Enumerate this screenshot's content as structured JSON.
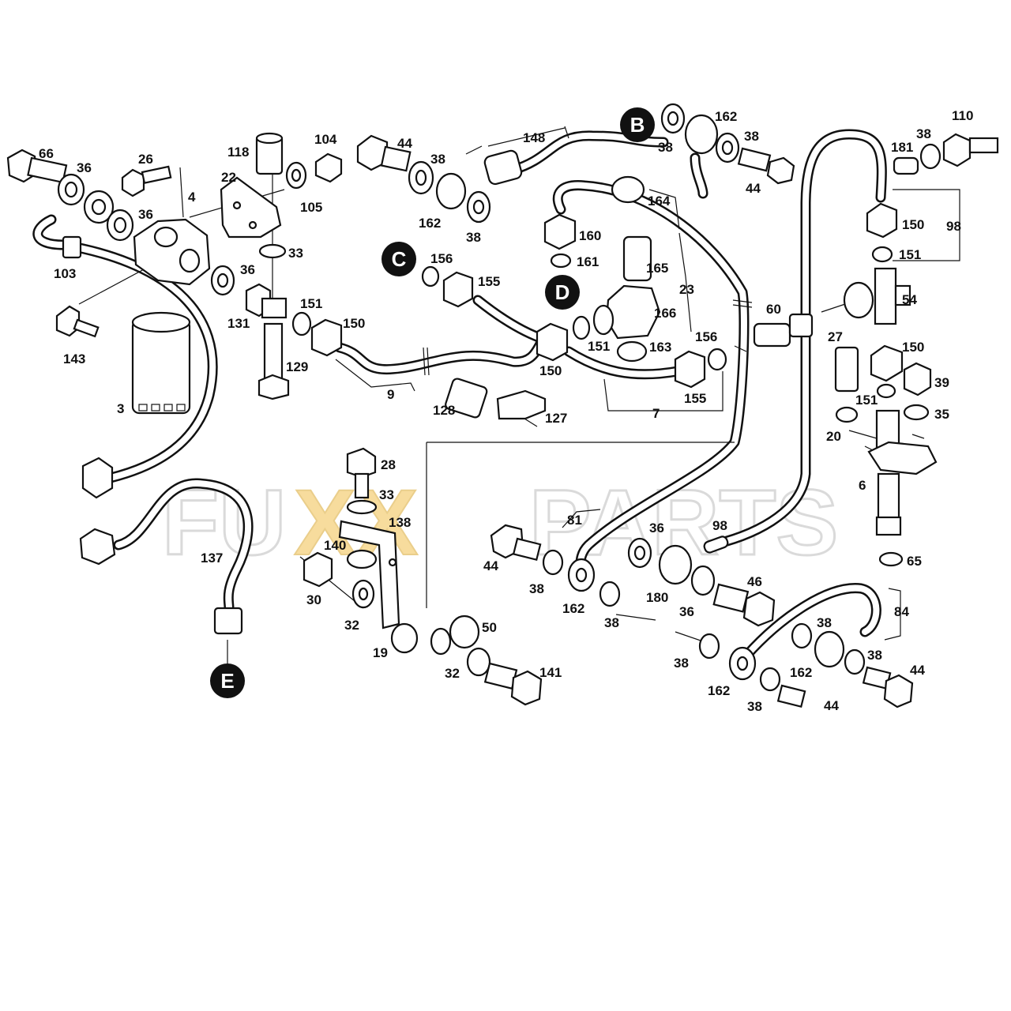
{
  "diagram": {
    "watermark": {
      "left": "FU",
      "middle": "XX",
      "right": "PARTS",
      "outline_color": "#bdbdbd",
      "accent_color": "#f2c14e"
    },
    "markers": [
      {
        "id": "B",
        "text": "B"
      },
      {
        "id": "C",
        "text": "C"
      },
      {
        "id": "D",
        "text": "D"
      },
      {
        "id": "E",
        "text": "E"
      }
    ],
    "labels": [
      {
        "id": "l66",
        "text": "66"
      },
      {
        "id": "l36a",
        "text": "36"
      },
      {
        "id": "l26",
        "text": "26"
      },
      {
        "id": "l36b",
        "text": "36"
      },
      {
        "id": "l4",
        "text": "4"
      },
      {
        "id": "l22",
        "text": "22"
      },
      {
        "id": "l118",
        "text": "118"
      },
      {
        "id": "l104",
        "text": "104"
      },
      {
        "id": "l105",
        "text": "105"
      },
      {
        "id": "l33a",
        "text": "33"
      },
      {
        "id": "l44a",
        "text": "44"
      },
      {
        "id": "l38a",
        "text": "38"
      },
      {
        "id": "l162a",
        "text": "162"
      },
      {
        "id": "l38b",
        "text": "38"
      },
      {
        "id": "l148",
        "text": "148"
      },
      {
        "id": "l38c",
        "text": "38"
      },
      {
        "id": "l162b",
        "text": "162"
      },
      {
        "id": "l38d",
        "text": "38"
      },
      {
        "id": "l44b",
        "text": "44"
      },
      {
        "id": "l110",
        "text": "110"
      },
      {
        "id": "l38e",
        "text": "38"
      },
      {
        "id": "l181",
        "text": "181"
      },
      {
        "id": "l164",
        "text": "164"
      },
      {
        "id": "l160",
        "text": "160"
      },
      {
        "id": "l161",
        "text": "161"
      },
      {
        "id": "l165",
        "text": "165"
      },
      {
        "id": "l23",
        "text": "23"
      },
      {
        "id": "l166",
        "text": "166"
      },
      {
        "id": "l163",
        "text": "163"
      },
      {
        "id": "l156a",
        "text": "156"
      },
      {
        "id": "l155a",
        "text": "155"
      },
      {
        "id": "l150a",
        "text": "150"
      },
      {
        "id": "l98a",
        "text": "98"
      },
      {
        "id": "l151a",
        "text": "151"
      },
      {
        "id": "l54",
        "text": "54"
      },
      {
        "id": "l60",
        "text": "60"
      },
      {
        "id": "l103",
        "text": "103"
      },
      {
        "id": "l36c",
        "text": "36"
      },
      {
        "id": "l131",
        "text": "131"
      },
      {
        "id": "l151b",
        "text": "151"
      },
      {
        "id": "l150b",
        "text": "150"
      },
      {
        "id": "l143",
        "text": "143"
      },
      {
        "id": "l129",
        "text": "129"
      },
      {
        "id": "l3",
        "text": "3"
      },
      {
        "id": "l9",
        "text": "9"
      },
      {
        "id": "l151c",
        "text": "151"
      },
      {
        "id": "l150c",
        "text": "150"
      },
      {
        "id": "l156b",
        "text": "156"
      },
      {
        "id": "l155b",
        "text": "155"
      },
      {
        "id": "l7",
        "text": "7"
      },
      {
        "id": "l128",
        "text": "128"
      },
      {
        "id": "l127",
        "text": "127"
      },
      {
        "id": "l27",
        "text": "27"
      },
      {
        "id": "l150d",
        "text": "150"
      },
      {
        "id": "l39",
        "text": "39"
      },
      {
        "id": "l151d",
        "text": "151"
      },
      {
        "id": "l35",
        "text": "35"
      },
      {
        "id": "l20",
        "text": "20"
      },
      {
        "id": "l6",
        "text": "6"
      },
      {
        "id": "l65",
        "text": "65"
      },
      {
        "id": "l28",
        "text": "28"
      },
      {
        "id": "l33b",
        "text": "33"
      },
      {
        "id": "l138",
        "text": "138"
      },
      {
        "id": "l137",
        "text": "137"
      },
      {
        "id": "l140",
        "text": "140"
      },
      {
        "id": "l30",
        "text": "30"
      },
      {
        "id": "l32a",
        "text": "32"
      },
      {
        "id": "l19",
        "text": "19"
      },
      {
        "id": "l50",
        "text": "50"
      },
      {
        "id": "l32b",
        "text": "32"
      },
      {
        "id": "l141",
        "text": "141"
      },
      {
        "id": "l81",
        "text": "81"
      },
      {
        "id": "l44c",
        "text": "44"
      },
      {
        "id": "l38f",
        "text": "38"
      },
      {
        "id": "l162c",
        "text": "162"
      },
      {
        "id": "l38g",
        "text": "38"
      },
      {
        "id": "l36d",
        "text": "36"
      },
      {
        "id": "l98b",
        "text": "98"
      },
      {
        "id": "l180",
        "text": "180"
      },
      {
        "id": "l36e",
        "text": "36"
      },
      {
        "id": "l46",
        "text": "46"
      },
      {
        "id": "l84",
        "text": "84"
      },
      {
        "id": "l38h",
        "text": "38"
      },
      {
        "id": "l38i",
        "text": "38"
      },
      {
        "id": "l162d",
        "text": "162"
      },
      {
        "id": "l44d",
        "text": "44"
      },
      {
        "id": "l38j",
        "text": "38"
      },
      {
        "id": "l162e",
        "text": "162"
      },
      {
        "id": "l38k",
        "text": "38"
      },
      {
        "id": "l44e",
        "text": "44"
      }
    ]
  }
}
